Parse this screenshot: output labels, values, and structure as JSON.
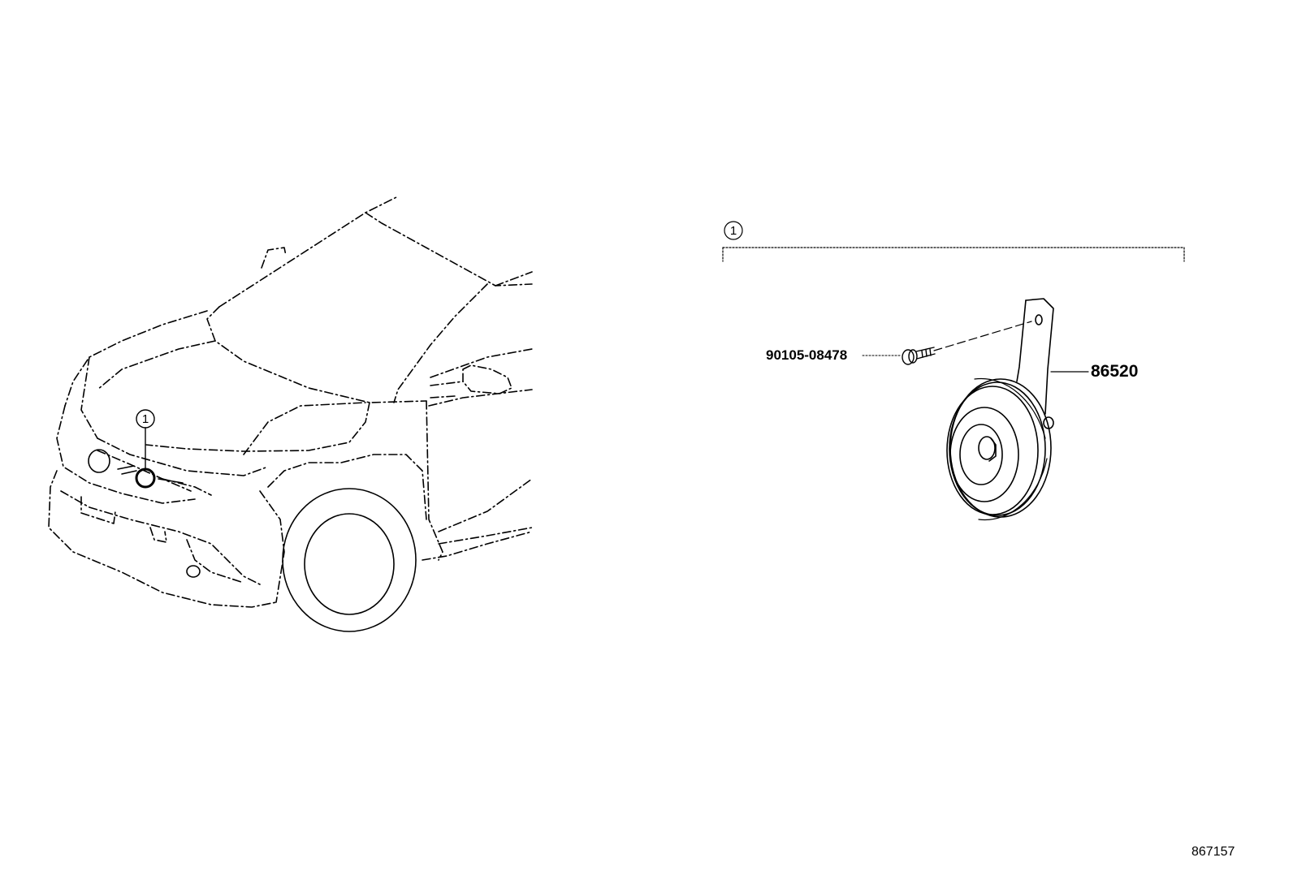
{
  "diagram": {
    "vehicle_callout": "1",
    "assembly_callout": "1",
    "parts": {
      "bolt": "90105-08478",
      "horn": "86520"
    },
    "illustration_id": "867157"
  }
}
